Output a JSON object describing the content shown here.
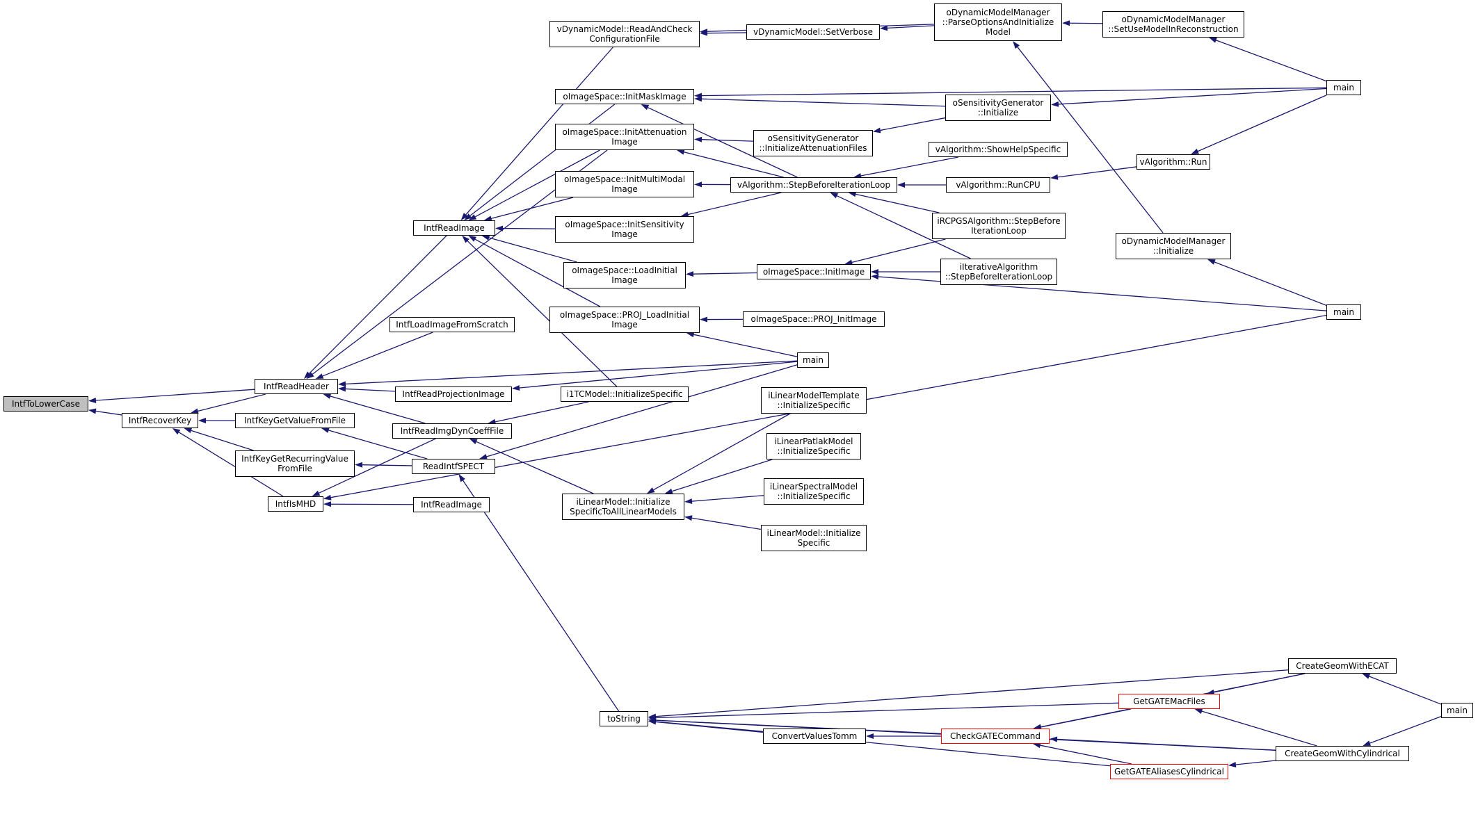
{
  "colors": {
    "edge": "#191970",
    "node_border": "#000000",
    "highlight_border": "#ff0000",
    "active_fill": "#bfbfbf",
    "background": "#ffffff"
  },
  "nodes": {
    "lower": [
      "IntfToLowerCase"
    ],
    "recover": [
      "IntfRecoverKey"
    ],
    "header": [
      "IntfReadHeader"
    ],
    "keyvalue": [
      "IntfKeyGetValueFromFile"
    ],
    "recurring": [
      "IntfKeyGetRecurringValue",
      "FromFile"
    ],
    "ismhd": [
      "IntfIsMHD"
    ],
    "readimage1": [
      "IntfReadImage"
    ],
    "loadscratch": [
      "IntfLoadImageFromScratch"
    ],
    "readproj": [
      "IntfReadProjectionImage"
    ],
    "dyncoeff": [
      "IntfReadImgDynCoeffFile"
    ],
    "spect": [
      "ReadIntfSPECT"
    ],
    "readimage2": [
      "IntfReadImage"
    ],
    "readcheck": [
      "vDynamicModel::ReadAndCheck",
      "ConfigurationFile"
    ],
    "mask": [
      "oImageSpace::InitMaskImage"
    ],
    "atten": [
      "oImageSpace::InitAttenuation",
      "Image"
    ],
    "multimodal": [
      "oImageSpace::InitMultiModal",
      "Image"
    ],
    "sens": [
      "oImageSpace::InitSensitivity",
      "Image"
    ],
    "loadinit": [
      "oImageSpace::LoadInitial",
      "Image"
    ],
    "projload": [
      "oImageSpace::PROJ_LoadInitial",
      "Image"
    ],
    "i1tc": [
      "i1TCModel::InitializeSpecific"
    ],
    "linearinit": [
      "iLinearModel::Initialize",
      "SpecificToAllLinearModels"
    ],
    "tostring": [
      "toString"
    ],
    "main_mid": [
      "main"
    ],
    "setverbose": [
      "vDynamicModel::SetVerbose"
    ],
    "sensatten": [
      "oSensitivityGenerator",
      "::InitializeAttenuationFiles"
    ],
    "steploop": [
      "vAlgorithm::StepBeforeIterationLoop"
    ],
    "initimage": [
      "oImageSpace::InitImage"
    ],
    "projinit": [
      "oImageSpace::PROJ_InitImage"
    ],
    "tmpl": [
      "iLinearModelTemplate",
      "::InitializeSpecific"
    ],
    "patlak": [
      "iLinearPatlakModel",
      "::InitializeSpecific"
    ],
    "spectral": [
      "iLinearSpectralModel",
      "::InitializeSpecific"
    ],
    "lininitspec": [
      "iLinearModel::Initialize",
      "Specific"
    ],
    "convert": [
      "ConvertValuesTomm"
    ],
    "parseopts": [
      "oDynamicModelManager",
      "::ParseOptionsAndInitialize",
      "Model"
    ],
    "sensinit": [
      "oSensitivityGenerator",
      "::Initialize"
    ],
    "showhelp": [
      "vAlgorithm::ShowHelpSpecific"
    ],
    "runcpu": [
      "vAlgorithm::RunCPU"
    ],
    "ircpgs": [
      "iRCPGSAlgorithm::StepBefore",
      "IterationLoop"
    ],
    "iterative": [
      "iIterativeAlgorithm",
      "::StepBeforeIterationLoop"
    ],
    "checkgate": [
      "CheckGATECommand"
    ],
    "gatemac": [
      "GetGATEMacFiles"
    ],
    "aliases": [
      "GetGATEAliasesCylindrical"
    ],
    "setuse": [
      "oDynamicModelManager",
      "::SetUseModelInReconstruction"
    ],
    "vrun": [
      "vAlgorithm::Run"
    ],
    "dyninit": [
      "oDynamicModelManager",
      "::Initialize"
    ],
    "createecat": [
      "CreateGeomWithECAT"
    ],
    "createcyl": [
      "CreateGeomWithCylindrical"
    ],
    "main_r1": [
      "main"
    ],
    "main_r2": [
      "main"
    ],
    "main_r3": [
      "main"
    ]
  },
  "edges": [
    [
      "recover",
      "lower"
    ],
    [
      "header",
      "lower"
    ],
    [
      "keyvalue",
      "recover"
    ],
    [
      "recurring",
      "recover"
    ],
    [
      "ismhd",
      "recover"
    ],
    [
      "header",
      "recover"
    ],
    [
      "readimage1",
      "header"
    ],
    [
      "loadscratch",
      "header"
    ],
    [
      "readproj",
      "header"
    ],
    [
      "dyncoeff",
      "header"
    ],
    [
      "main_mid",
      "header"
    ],
    [
      "atten",
      "header"
    ],
    [
      "spect",
      "keyvalue"
    ],
    [
      "spect",
      "recurring"
    ],
    [
      "readimage2",
      "ismhd"
    ],
    [
      "dyncoeff",
      "ismhd"
    ],
    [
      "main_r2",
      "ismhd"
    ],
    [
      "readcheck",
      "readimage1"
    ],
    [
      "mask",
      "readimage1"
    ],
    [
      "atten",
      "readimage1"
    ],
    [
      "multimodal",
      "readimage1"
    ],
    [
      "sens",
      "readimage1"
    ],
    [
      "loadinit",
      "readimage1"
    ],
    [
      "projload",
      "readimage1"
    ],
    [
      "i1tc",
      "readimage1"
    ],
    [
      "i1tc",
      "dyncoeff"
    ],
    [
      "linearinit",
      "dyncoeff"
    ],
    [
      "main_mid",
      "spect"
    ],
    [
      "tostring",
      "spect"
    ],
    [
      "main_mid",
      "readproj"
    ],
    [
      "setverbose",
      "readcheck"
    ],
    [
      "parseopts",
      "readcheck"
    ],
    [
      "main_r1",
      "mask"
    ],
    [
      "sensinit",
      "mask"
    ],
    [
      "steploop",
      "mask"
    ],
    [
      "sensatten",
      "atten"
    ],
    [
      "steploop",
      "atten"
    ],
    [
      "steploop",
      "multimodal"
    ],
    [
      "steploop",
      "sens"
    ],
    [
      "initimage",
      "loadinit"
    ],
    [
      "projinit",
      "projload"
    ],
    [
      "main_mid",
      "projload"
    ],
    [
      "tmpl",
      "linearinit"
    ],
    [
      "patlak",
      "linearinit"
    ],
    [
      "spectral",
      "linearinit"
    ],
    [
      "lininitspec",
      "linearinit"
    ],
    [
      "createecat",
      "tostring"
    ],
    [
      "gatemac",
      "tostring"
    ],
    [
      "convert",
      "tostring"
    ],
    [
      "checkgate",
      "tostring"
    ],
    [
      "aliases",
      "tostring"
    ],
    [
      "createcyl",
      "tostring"
    ],
    [
      "parseopts",
      "setverbose"
    ],
    [
      "sensinit",
      "sensatten"
    ],
    [
      "showhelp",
      "steploop"
    ],
    [
      "runcpu",
      "steploop"
    ],
    [
      "ircpgs",
      "steploop"
    ],
    [
      "iterative",
      "steploop"
    ],
    [
      "ircpgs",
      "initimage"
    ],
    [
      "iterative",
      "initimage"
    ],
    [
      "main_r2",
      "initimage"
    ],
    [
      "checkgate",
      "convert"
    ],
    [
      "setuse",
      "parseopts"
    ],
    [
      "dyninit",
      "parseopts"
    ],
    [
      "main_r1",
      "sensinit"
    ],
    [
      "vrun",
      "runcpu"
    ],
    [
      "createecat",
      "checkgate"
    ],
    [
      "createcyl",
      "checkgate"
    ],
    [
      "gatemac",
      "checkgate"
    ],
    [
      "aliases",
      "checkgate"
    ],
    [
      "createecat",
      "gatemac"
    ],
    [
      "createcyl",
      "gatemac"
    ],
    [
      "createcyl",
      "aliases"
    ],
    [
      "main_r1",
      "setuse"
    ],
    [
      "main_r1",
      "vrun"
    ],
    [
      "main_r2",
      "dyninit"
    ],
    [
      "main_r3",
      "createecat"
    ],
    [
      "main_r3",
      "createcyl"
    ]
  ]
}
